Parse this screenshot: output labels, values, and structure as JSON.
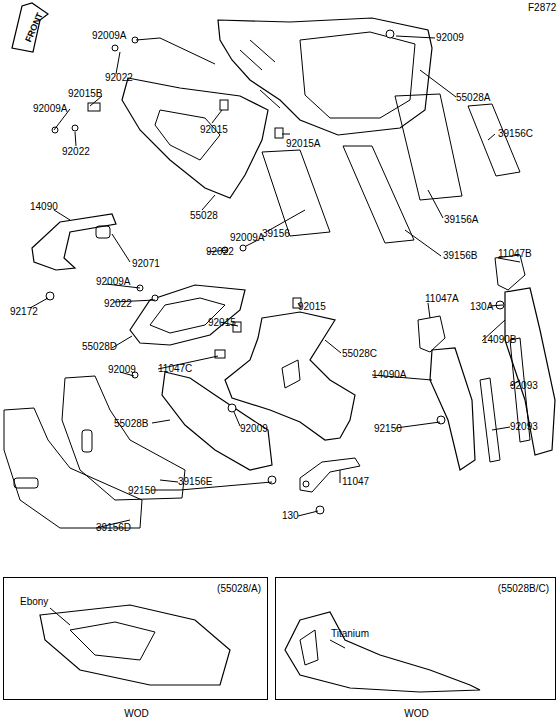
{
  "diagram": {
    "nodes": [
      {
        "text": [
          "(55028/A)",
          "Ebony",
          "WOD"
        ]
      },
      {
        "text": [
          "(55028B/C)",
          "Titanium",
          "WOD"
        ]
      }
    ],
    "labels": [
      "F2872",
      "FRONT",
      "92009A",
      "92022",
      "92015B",
      "92009A",
      "92022",
      "92015",
      "92009",
      "55028A",
      "92015A",
      "39156C",
      "55028",
      "39156A",
      "39156",
      "39156B",
      "14090",
      "92071",
      "92022",
      "92009A",
      "11047B",
      "92172",
      "92009A",
      "92022",
      "130A",
      "92015",
      "11047A",
      "14090B",
      "55028D",
      "92015",
      "55028C",
      "11047C",
      "92009",
      "14090A",
      "92093",
      "55028B",
      "92009",
      "92150",
      "92093",
      "39156E",
      "11047",
      "92150",
      "130",
      "39156D"
    ]
  }
}
